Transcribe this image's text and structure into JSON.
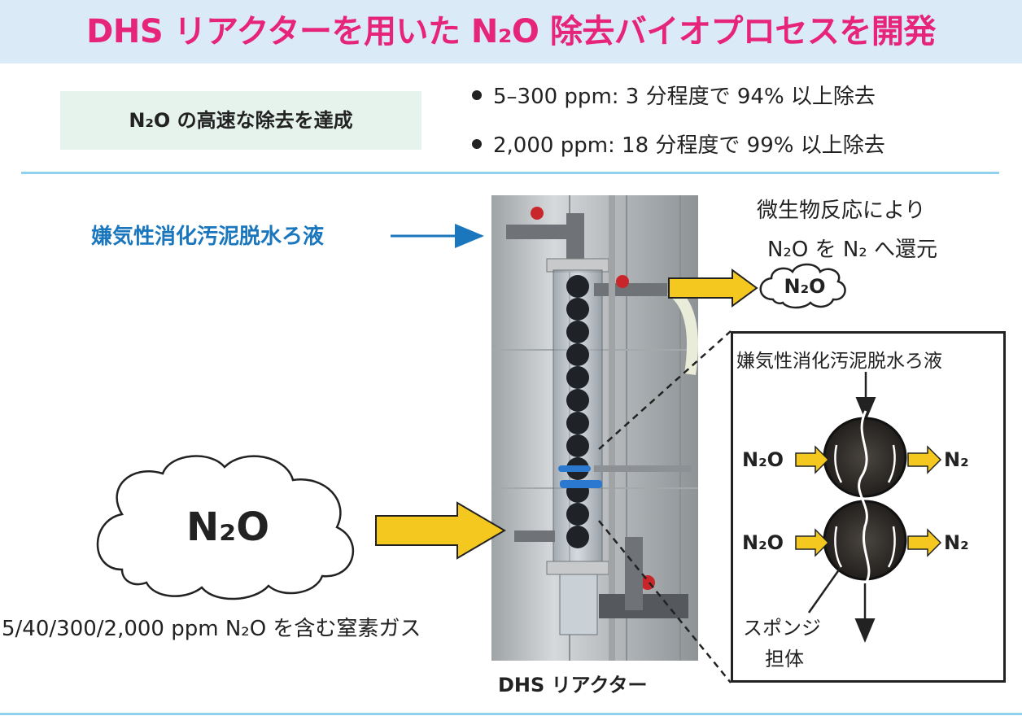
{
  "title": "DHS リアクターを用いた N₂O 除去バイオプロセスを開発",
  "achievement": "N₂O の高速な除去を達成",
  "results": [
    "5–300 ppm: 3 分程度で 94% 以上除去",
    "2,000 ppm: 18 分程度で 99% 以上除去"
  ],
  "influent_label": "嫌気性消化汚泥脱水ろ液",
  "reaction_label_line1": "微生物反応により",
  "reaction_label_line2": "N₂O を N₂ へ還元",
  "off_gas_label": "N₂O",
  "input_gas_label": "N₂O",
  "input_gas_caption": "5/40/300/2,000 ppm N₂O を含む窒素ガス",
  "reactor_caption": "DHS リアクター",
  "inset": {
    "sludge_label": "嫌気性消化汚泥脱水ろ液",
    "inputs": [
      "N₂O",
      "N₂O"
    ],
    "outputs": [
      "N₂",
      "N₂"
    ],
    "sponge_line1": "スポンジ",
    "sponge_line2": "担体"
  },
  "colors": {
    "title": "#e6247a",
    "title_bar": "#dbeaf7",
    "achievement_box": "#e6f3ed",
    "arrow_yellow": "#f4c81e",
    "influent_blue": "#1a76bd",
    "rule": "#8fd1ee"
  }
}
